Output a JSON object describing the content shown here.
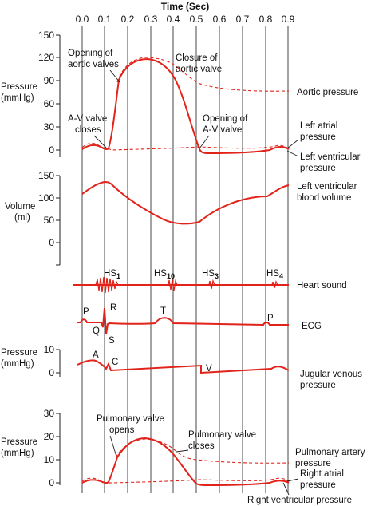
{
  "title": "Time (Sec)",
  "time_ticks": [
    "0.0",
    "0.1",
    "0.2",
    "0.3",
    "0.4",
    "0.5",
    "0.6",
    "0.7",
    "0.8",
    "0.9"
  ],
  "colors": {
    "curve": "#e2231a",
    "dashed": "#e2231a",
    "axis": "#222222",
    "text": "#111111"
  },
  "pressure_panel": {
    "ylabel_1": "Pressure",
    "ylabel_2": "(mmHg)",
    "ticks": [
      "150",
      "120",
      "90",
      "60",
      "30",
      "0"
    ],
    "labels": {
      "aortic_open_1": "Opening of",
      "aortic_open_2": "aortic valves",
      "aortic_close_1": "Closure of",
      "aortic_close_2": "aortic valve",
      "av_close_1": "A-V valve",
      "av_close_2": "closes",
      "av_open_1": "Opening of",
      "av_open_2": "A-V valve",
      "aortic_pressure": "Aortic pressure",
      "left_atrial_1": "Left atrial",
      "left_atrial_2": "pressure",
      "left_ventricular_1": "Left ventricular",
      "left_ventricular_2": "pressure"
    }
  },
  "volume_panel": {
    "ylabel_1": "Volume",
    "ylabel_2": "(ml)",
    "ticks": [
      "150",
      "100",
      "50",
      "0"
    ],
    "label_1": "Left ventricular",
    "label_2": "blood volume"
  },
  "heart_sound_panel": {
    "hs1": "HS",
    "hs1_sub": "1",
    "hs2": "HS",
    "hs2_sub": "10",
    "hs3": "HS",
    "hs3_sub": "3",
    "hs4": "HS",
    "hs4_sub": "4",
    "label": "Heart sound"
  },
  "ecg_panel": {
    "p1": "P",
    "q": "Q",
    "r": "R",
    "s": "S",
    "t": "T",
    "p2": "P",
    "label": "ECG"
  },
  "jvp_panel": {
    "ylabel_1": "Pressure",
    "ylabel_2": "(mmHg)",
    "ticks": [
      "10",
      "0"
    ],
    "a": "A",
    "c": "C",
    "v": "V",
    "label_1": "Jugular venous",
    "label_2": "pressure"
  },
  "right_panel": {
    "ylabel_1": "Pressure",
    "ylabel_2": "(mmHg)",
    "ticks": [
      "30",
      "20",
      "10",
      "0"
    ],
    "labels": {
      "pulm_open_1": "Pulmonary valve",
      "pulm_open_2": "opens",
      "pulm_close_1": "Pulmonary valve",
      "pulm_close_2": "closes",
      "pulm_artery_1": "Pulmonary artery",
      "pulm_artery_2": "pressure",
      "right_atrial_1": "Right atrial",
      "right_atrial_2": "pressure",
      "right_ventricular": "Right ventricular pressure"
    }
  }
}
